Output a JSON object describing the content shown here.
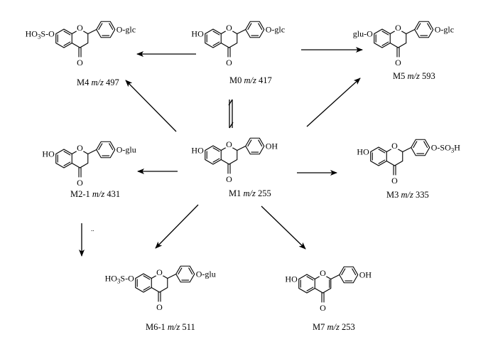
{
  "diagram": {
    "compounds": [
      {
        "id": "M0",
        "name": "M0",
        "mz_label": "m/z",
        "mz": "417",
        "sub_left": "HO",
        "sub_right": "O-glc",
        "core": "flavanone"
      },
      {
        "id": "M4",
        "name": "M4",
        "mz_label": "m/z",
        "mz": "497",
        "sub_left": "HO3S-O",
        "sub_right": "O-glc",
        "core": "flavanone"
      },
      {
        "id": "M5",
        "name": "M5",
        "mz_label": "m/z",
        "mz": "593",
        "sub_left": "glu-O",
        "sub_right": "O-glc",
        "core": "flavanone"
      },
      {
        "id": "M1",
        "name": "M1",
        "mz_label": "m/z",
        "mz": "255",
        "sub_left": "HO",
        "sub_right": "OH",
        "core": "flavanone"
      },
      {
        "id": "M2-1",
        "name": "M2-1",
        "mz_label": "m/z",
        "mz": "431",
        "sub_left": "HO",
        "sub_right": "O-glu",
        "core": "flavanone"
      },
      {
        "id": "M3",
        "name": "M3",
        "mz_label": "m/z",
        "mz": "335",
        "sub_left": "HO",
        "sub_right": "O-SO3H",
        "core": "flavanone"
      },
      {
        "id": "M6-1",
        "name": "M6-1",
        "mz_label": "m/z",
        "mz": "511",
        "sub_left": "HO3S-O",
        "sub_right": "O-glu",
        "core": "flavanone"
      },
      {
        "id": "M7",
        "name": "M7",
        "mz_label": "m/z",
        "mz": "253",
        "sub_left": "HO",
        "sub_right": "OH",
        "core": "flavone"
      }
    ],
    "ring_atoms": {
      "ring_oxygen": "O",
      "carbonyl_oxygen": "O"
    },
    "sub_tokens": {
      "ho": "HO",
      "oh": "OH",
      "ho3s_prefix": "HO",
      "sub3": "3",
      "s_o": "S-O",
      "glu_o": "glu-O",
      "o_glc": "O-glc",
      "o_glu": "O-glu",
      "o_so": "O-SO",
      "h": "H"
    },
    "arrows": [
      {
        "from": "M0",
        "to": "M4",
        "style": "single"
      },
      {
        "from": "M0",
        "to": "M5",
        "style": "single"
      },
      {
        "from": "M0",
        "to": "M1",
        "style": "equilibrium"
      },
      {
        "from": "M1",
        "to": "M4",
        "style": "single"
      },
      {
        "from": "M1",
        "to": "M5",
        "style": "single"
      },
      {
        "from": "M1",
        "to": "M2-1",
        "style": "single"
      },
      {
        "from": "M1",
        "to": "M3",
        "style": "single"
      },
      {
        "from": "M1",
        "to": "M6-1",
        "style": "single"
      },
      {
        "from": "M1",
        "to": "M7",
        "style": "single"
      },
      {
        "from": "M2-1",
        "to": "M6-1",
        "style": "single"
      }
    ],
    "stray_mark": ".."
  }
}
